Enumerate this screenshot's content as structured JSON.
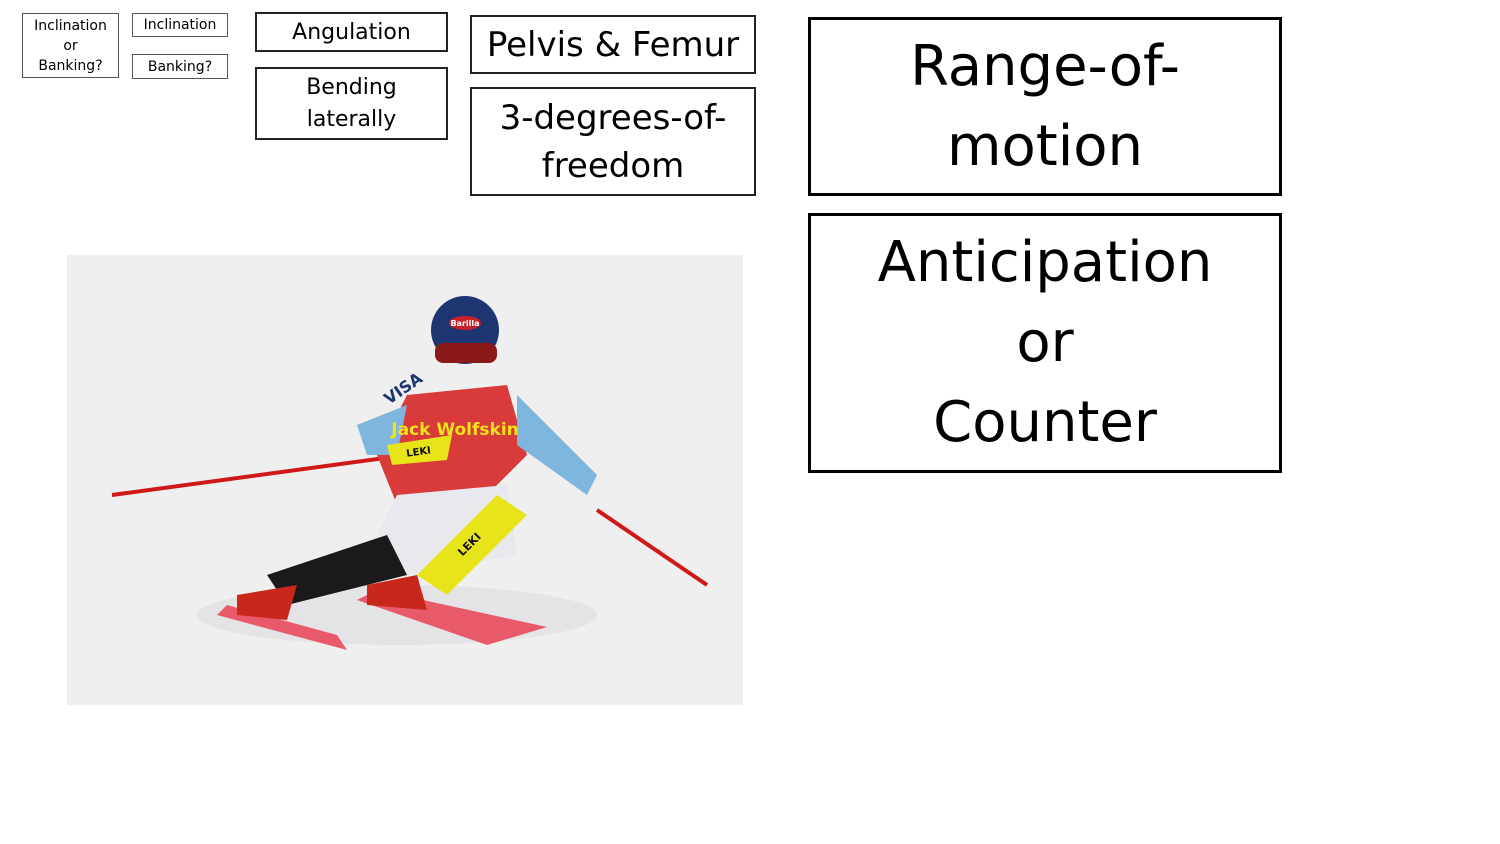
{
  "boxes": {
    "inclination_or_banking": [
      "Inclination",
      "or",
      "Banking?"
    ],
    "inclination": "Inclination",
    "banking": "Banking?",
    "angulation": "Angulation",
    "bending_laterally": [
      "Bending",
      "laterally"
    ],
    "pelvis_femur": "Pelvis & Femur",
    "three_dof": [
      "3-degrees-of-",
      "freedom"
    ],
    "range_of_motion": [
      "Range-of-",
      "motion"
    ],
    "anticipation": [
      "Anticipation",
      "or",
      "Counter"
    ]
  },
  "photo": {
    "logo": "Barilla",
    "bib": "Jack Wolfskin",
    "sponsor": "VISA",
    "poles": "LEKI"
  }
}
